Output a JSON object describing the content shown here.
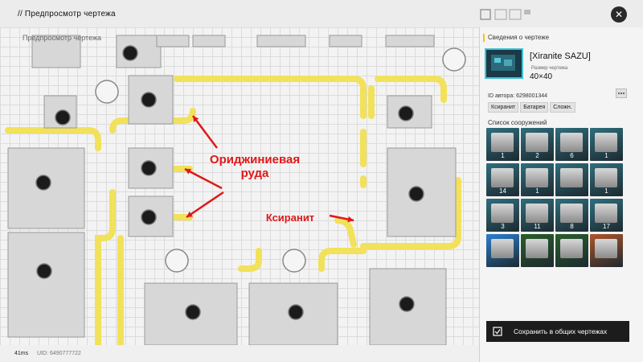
{
  "header": {
    "title": "// Предпросмотр чертежа",
    "logo_icon": "blueprint-logo-icon",
    "close_icon": "close-icon",
    "close_glyph": "✕"
  },
  "map": {
    "title": "Предпросмотр чертежа",
    "annotations": {
      "origin_ore": "Ориджиниевая руда",
      "xiranite": "Ксиранит"
    },
    "annotation_color": "#e01818",
    "belt_color": "#f2e15a",
    "building_color": "#d7d7d7"
  },
  "status": {
    "ping": "41ms",
    "uid": "UID: 6490777722"
  },
  "panel": {
    "title": "Сведения о чертеже",
    "name": "[Xiranite SAZU]",
    "size_label": "Размер чертежа",
    "size": "40×40",
    "author": "ID автора: 6298001344",
    "tags": [
      "Ксиранит",
      "Батарея",
      "Сложн."
    ],
    "more_icon": "more-dots-icon",
    "list_title": "Список сооружений",
    "buildings": [
      {
        "count": "1",
        "color": "#2f6e7e"
      },
      {
        "count": "2",
        "color": "#2f6e7e"
      },
      {
        "count": "6",
        "color": "#2f6e7e"
      },
      {
        "count": "1",
        "color": "#2f6e7e"
      },
      {
        "count": "14",
        "color": "#2f6e7e"
      },
      {
        "count": "1",
        "color": "#2f6e7e"
      },
      {
        "count": "",
        "color": "#2f6e7e"
      },
      {
        "count": "1",
        "color": "#2f6e7e"
      },
      {
        "count": "3",
        "color": "#2f6e7e"
      },
      {
        "count": "11",
        "color": "#2f6e7e"
      },
      {
        "count": "8",
        "color": "#2f6e7e"
      },
      {
        "count": "17",
        "color": "#2f6e7e"
      },
      {
        "count": "",
        "color": "#2a7fd0"
      },
      {
        "count": "",
        "color": "#2a5e2a"
      },
      {
        "count": "",
        "color": "#2a5e2a"
      },
      {
        "count": "",
        "color": "#b0552a"
      }
    ],
    "save_label": "Сохранить в общих чертежах",
    "save_icon": "save-blueprint-icon"
  }
}
